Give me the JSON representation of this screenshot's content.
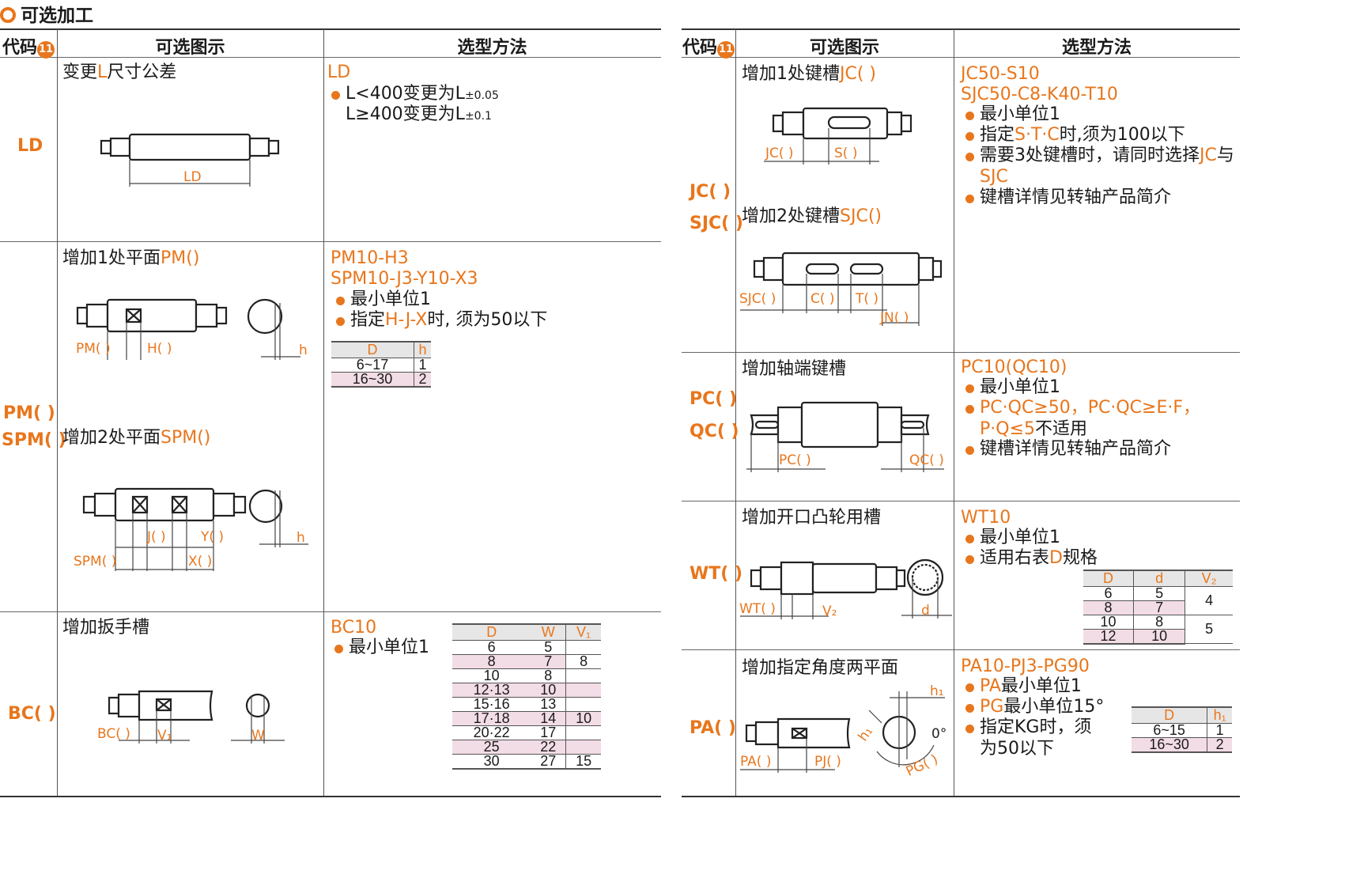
{
  "section_title": "可选加工",
  "left": {
    "headers": {
      "code": "代码",
      "code_badge": "11",
      "figure": "可选图示",
      "method": "选型方法"
    },
    "ld": {
      "code": "LD",
      "fig_title_pre": "变更",
      "fig_title_hl": "L",
      "fig_title_post": "尺寸公差",
      "dim_ld": "LD",
      "method_code": "LD",
      "b1_pre": "L<400变更为L",
      "b1_sub": "±0.05",
      "b2_pre": "L≥400变更为L",
      "b2_sub": "±0.1"
    },
    "pm": {
      "code1": "PM( )",
      "code2": "SPM( )",
      "fig1_title_pre": "增加1处平面",
      "fig1_title_hl": "PM()",
      "fig2_title_pre": "增加2处平面",
      "fig2_title_hl": "SPM()",
      "dim_pm": "PM( )",
      "dim_h1": "H( )",
      "dim_h": "h",
      "dim_spm": "SPM( )",
      "dim_j": "J( )",
      "dim_y": "Y( )",
      "dim_x": "X( )",
      "dim_h2": "h",
      "method_code1": "PM10-H3",
      "method_code2": "SPM10-J3-Y10-X3",
      "b1": "最小单位1",
      "b2_pre": "指定",
      "b2_hl": "H-J-X",
      "b2_post": "时, 须为50以下",
      "table": {
        "headers": [
          "D",
          "h"
        ],
        "rows": [
          [
            "6~17",
            "1"
          ],
          [
            "16~30",
            "2"
          ]
        ]
      }
    },
    "bc": {
      "code": "BC( )",
      "fig_title": "增加扳手槽",
      "dim_bc": "BC( )",
      "dim_v1": "V₁",
      "dim_w": "W",
      "method_code": "BC10",
      "b1": "最小单位1",
      "table": {
        "headers": [
          "D",
          "W",
          "V₁"
        ],
        "rows": [
          [
            "6",
            "5",
            ""
          ],
          [
            "8",
            "7",
            "8"
          ],
          [
            "10",
            "8",
            ""
          ],
          [
            "12·13",
            "10",
            ""
          ],
          [
            "15·16",
            "13",
            ""
          ],
          [
            "17·18",
            "14",
            "10"
          ],
          [
            "20·22",
            "17",
            ""
          ],
          [
            "25",
            "22",
            ""
          ],
          [
            "30",
            "27",
            "15"
          ]
        ]
      }
    }
  },
  "right": {
    "headers": {
      "code": "代码",
      "code_badge": "11",
      "figure": "可选图示",
      "method": "选型方法"
    },
    "jc": {
      "code1": "JC( )",
      "code2": "SJC( )",
      "fig1_title_pre": "增加1处键槽",
      "fig1_title_hl": "JC(  )",
      "fig2_title_pre": "增加2处键槽",
      "fig2_title_hl": "SJC()",
      "dim_jc": "JC( )",
      "dim_s": "S( )",
      "dim_sjc": "SJC( )",
      "dim_c": "C( )",
      "dim_t": "T( )",
      "dim_jn": "JN( )",
      "method_code1": "JC50-S10",
      "method_code2": "SJC50-C8-K40-T10",
      "b1": "最小单位1",
      "b2_pre": "指定",
      "b2_hl": "S·T·C",
      "b2_post": "时,须为100以下",
      "b3_pre": "需要3处键槽时，请同时选择",
      "b3_hl1": "JC",
      "b3_mid": "与",
      "b3_hl2": "SJC",
      "b4": "键槽详情见转轴产品简介"
    },
    "pc": {
      "code1": "PC( )",
      "code2": "QC( )",
      "fig_title": "增加轴端键槽",
      "dim_pc": "PC( )",
      "dim_qc": "QC( )",
      "method_code": "PC10(QC10)",
      "b1": "最小单位1",
      "b2_hl1": "PC·QC≥50，PC·QC≥E·F，",
      "b2_hl2": "P·Q≤5",
      "b2_post": "不适用",
      "b3": "键槽详情见转轴产品简介"
    },
    "wt": {
      "code": "WT( )",
      "fig_title": "增加开口凸轮用槽",
      "dim_wt": "WT( )",
      "dim_v2": "V₂",
      "dim_d": "d",
      "method_code": "WT10",
      "b1": "最小单位1",
      "b2_pre": "适用右表",
      "b2_hl": "D",
      "b2_post": "规格",
      "table": {
        "headers": [
          "D",
          "d",
          "V₂"
        ],
        "rows": [
          [
            "6",
            "5",
            "4"
          ],
          [
            "8",
            "7",
            ""
          ],
          [
            "10",
            "8",
            "5"
          ],
          [
            "12",
            "10",
            ""
          ]
        ]
      }
    },
    "pa": {
      "code": "PA( )",
      "fig_title": "增加指定角度两平面",
      "dim_pa": "PA( )",
      "dim_pj": "PJ( )",
      "dim_h1a": "h₁",
      "dim_h1b": "h₁",
      "dim_0": "0°",
      "dim_pg": "PG( )",
      "method_code": "PA10-PJ3-PG90",
      "b1_hl": "PA",
      "b1_post": "最小单位1",
      "b2_hl": "PG",
      "b2_post": "最小单位15°",
      "b3_line1": "指定KG时，须",
      "b3_line2": "为50以下",
      "table": {
        "headers": [
          "D",
          "h₁"
        ],
        "rows": [
          [
            "6~15",
            "1"
          ],
          [
            "16~30",
            "2"
          ]
        ]
      }
    }
  },
  "colors": {
    "accent": "#e8761c",
    "shade": "#f2dce6",
    "header_bg": "#e6e6e6"
  },
  "icons": [
    "ring-icon",
    "badge-icon",
    "shaft-drawing"
  ]
}
